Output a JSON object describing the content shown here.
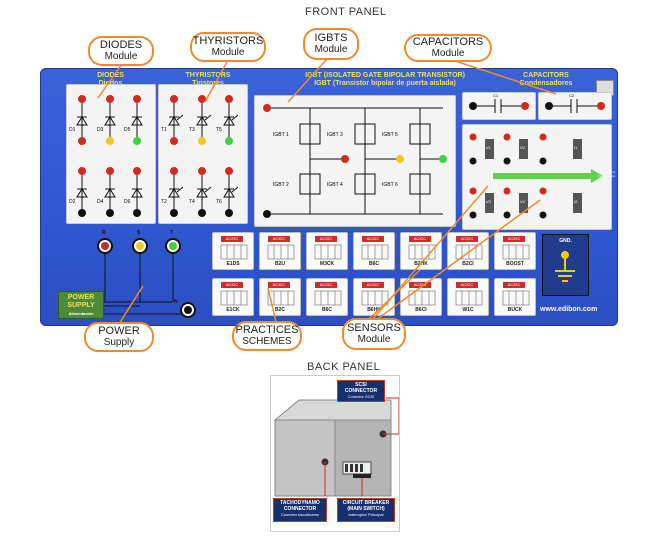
{
  "front_title": "FRONT PANEL",
  "back_title": "BACK PANEL",
  "callouts": {
    "diodes": {
      "title": "DIODES",
      "sub": "Module"
    },
    "thyristors": {
      "title": "THYRISTORS",
      "sub": "Module"
    },
    "igbts": {
      "title": "IGBTS",
      "sub": "Module"
    },
    "capacitors": {
      "title": "CAPACITORS",
      "sub": "Module"
    },
    "power": {
      "title": "POWER",
      "sub": "Supply"
    },
    "practices": {
      "title": "PRACTICES",
      "sub": "SCHEMES"
    },
    "sensors": {
      "title": "SENSORS",
      "sub": "Module"
    }
  },
  "panel": {
    "diodes_hdr": "DIODES",
    "diodes_hdr2": "Diodos",
    "thy_hdr": "THYRISTORS",
    "thy_hdr2": "Tiristores",
    "igbt_hdr": "IGBT (ISOLATED GATE BIPOLAR TRANSISTOR)",
    "igbt_hdr2": "IGBT (Transistor bipolar de puerta aislada)",
    "cap_hdr": "CAPACITORS",
    "cap_hdr2": "Condensadores",
    "power_supply": "POWER SUPPLY",
    "power_supply2": "Alimentación",
    "gnd": "GND.",
    "website": "www.edibon.com",
    "phases": [
      "R",
      "S",
      "T"
    ],
    "neutral": "N",
    "diode_labels": [
      "D1",
      "D3",
      "D5",
      "D2",
      "D4",
      "D6"
    ],
    "thy_labels": [
      "T1",
      "T3",
      "T5",
      "T2",
      "T4",
      "T6"
    ],
    "igbt_labels": [
      "IGBT 1",
      "IGBT 3",
      "IGBT 5",
      "IGBT 2",
      "IGBT 4",
      "IGBT 6"
    ],
    "cap_labels": [
      "C1",
      "C2"
    ],
    "sensor_labels": [
      "V1",
      "V2",
      "I1",
      "V3",
      "V4",
      "I2"
    ],
    "sensor_note": "Connector to the Interface of PC"
  },
  "schemes_row1": [
    "E1DS",
    "B2U",
    "M3CK",
    "B6C",
    "B2HK",
    "B2CI",
    "BOOST"
  ],
  "schemes_row2": [
    "E1CK",
    "B2C",
    "B6C",
    "B6HK",
    "B6CI",
    "W1C",
    "BUCK"
  ],
  "scheme_tag": "AC/DC",
  "back": {
    "scsi": "SCSI CONNECTOR",
    "scsi_sub": "Conector SCSI",
    "tacho": "TACHODYNAMO CONNECTOR",
    "tacho_sub": "Conector tacodínamo",
    "breaker": "CIRCUIT BREAKER (MAIN SWITCH)",
    "breaker_sub": "Interruptor Principal"
  },
  "colors": {
    "callout_border": "#f08a2c",
    "panel_blue": "#3259d2",
    "red": "#d22a1e",
    "yellow": "#f3c81d",
    "green": "#3fd23a",
    "black": "#111111"
  }
}
